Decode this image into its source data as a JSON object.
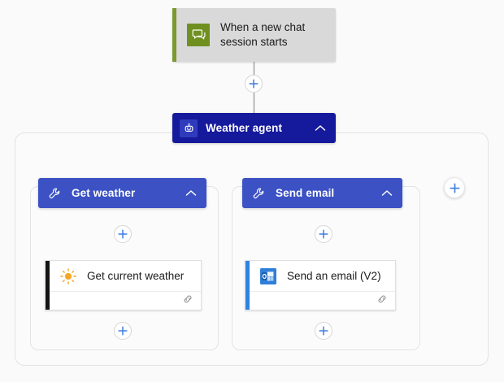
{
  "canvas": {
    "background": "#fafafa",
    "accent_blue": "#3b51c4",
    "agent_blue": "#15199c",
    "trigger_green": "#6f9021",
    "plus_blue": "#3f7ee0"
  },
  "trigger": {
    "name": "trigger-card",
    "icon": "chat-bubble-icon",
    "label_line1": "When a new chat",
    "label_line2": "session starts",
    "accent_color": "#7a9a2e"
  },
  "agent": {
    "name": "agent-node",
    "icon": "robot-icon",
    "label": "Weather agent",
    "collapse_icon": "chevron-up-icon",
    "color": "#15199c"
  },
  "branches": [
    {
      "id": "get-weather",
      "header": {
        "icon": "wrench-icon",
        "label": "Get weather",
        "collapse_icon": "chevron-up-icon",
        "color": "#3b51c4"
      },
      "action": {
        "icon": "sun-icon",
        "title": "Get current weather",
        "footer_icon": "link-icon",
        "accent_color": "#141414"
      }
    },
    {
      "id": "send-email",
      "header": {
        "icon": "wrench-icon",
        "label": "Send email",
        "collapse_icon": "chevron-up-icon",
        "color": "#3b51c4"
      },
      "action": {
        "icon": "outlook-icon",
        "title": "Send an email (V2)",
        "footer_icon": "link-icon",
        "accent_color": "#2f84e0"
      }
    }
  ],
  "add_buttons": [
    {
      "id": "add-after-trigger",
      "glyph": "+"
    },
    {
      "id": "add-in-get-weather-top",
      "glyph": "+"
    },
    {
      "id": "add-in-send-email-top",
      "glyph": "+"
    },
    {
      "id": "add-in-get-weather-bottom",
      "glyph": "+"
    },
    {
      "id": "add-in-send-email-bottom",
      "glyph": "+"
    },
    {
      "id": "add-branch",
      "glyph": "+"
    }
  ]
}
